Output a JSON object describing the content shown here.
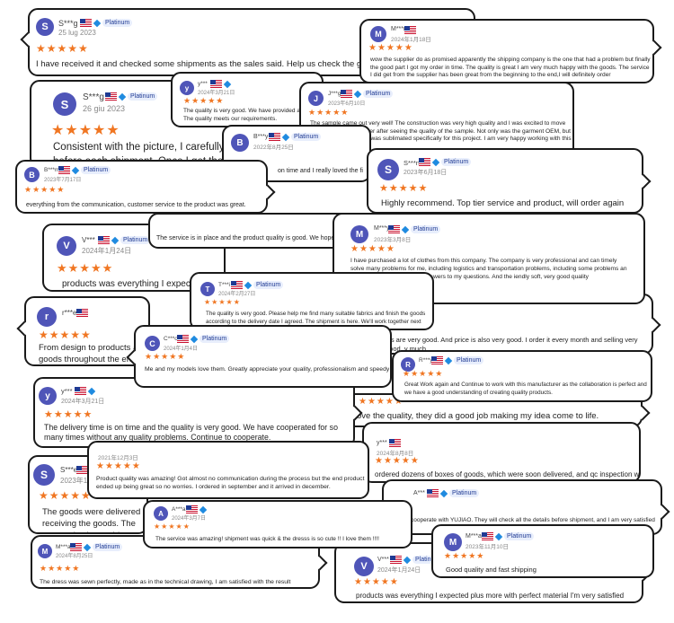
{
  "badge_label": "Platinum",
  "stars": "★★★★★",
  "colors": {
    "avatar": "#4f55b8",
    "star": "#f07622",
    "border": "#1a1a1a",
    "badge": "#1f3a93"
  },
  "reviews": [
    {
      "initial": "S",
      "name": "S***g",
      "date": "25 lug 2023",
      "text": "I have received it and checked some shipments as the sales said. Help us check the good se"
    },
    {
      "initial": "S",
      "name": "S***g",
      "date": "26 giu 2023",
      "text": "Consistent with the picture, I carefully ch before each shipment. Once I get them b"
    },
    {
      "initial": "V",
      "name": "V***",
      "date": "2024年1月24日",
      "text": "products was everything I expected"
    },
    {
      "initial": "r",
      "name": "r***e",
      "date": "",
      "text": "From design to products and goods throughout the ent"
    },
    {
      "initial": "y",
      "name": "y***",
      "date": "2024年3月21日",
      "text": "The delivery time is on time and the quality is very good. We have cooperated for so many times without any quality problems. Continue to cooperate."
    },
    {
      "initial": "S",
      "name": "S***e",
      "date": "2023年11月",
      "text": "The goods were delivered in receiving the goods. The wor production problems"
    },
    {
      "initial": "M",
      "name": "M***a",
      "date": "2024年8月25日",
      "text": "The dress was sewn perfectly, made as in the technical drawing, I am satisfied with the result"
    },
    {
      "initial": "M",
      "name": "M***n",
      "date": "2024年1月18日",
      "text": "wow the supplier do as promised apparently the shipping company is the one that had a problem but finally the good part I got my order in time. The quality is great I am very much happy with the goods. The service I did get from the supplier has been great from the beginning to the end,I will definitely order"
    },
    {
      "initial": "J",
      "name": "J***g",
      "date": "2023年6月10日",
      "text": "The sample came out very well! The construction was very high quality and I was excited to move forward with a bulk order after seeing the quality of the sample. Not only was the garment OEM, but even the textile design was sublimated specifically for this project. I am very happy working with this company so far!"
    },
    {
      "initial": "y",
      "name": "y***",
      "date": "2024年3月21日",
      "text": "The quality is very good. We have provided a lot The quality meets our requirements."
    },
    {
      "initial": "B",
      "name": "B***y",
      "date": "2022年8月25日",
      "text": "on time and I really loved the fi"
    },
    {
      "initial": "B",
      "name": "B***m",
      "date": "2023年7月17日",
      "text": "everything from the communication, customer service to the product was great."
    },
    {
      "initial": "S",
      "name": "S***n",
      "date": "2023年6月18日",
      "text": "Highly recommend. Top tier service and product, will order again"
    },
    {
      "initial": "",
      "name": "",
      "date": "",
      "text": "The service is in place and the product quality is good. We hope to cooperate"
    },
    {
      "initial": "M",
      "name": "M***y",
      "date": "2023年3月8日",
      "text": "I have purchased a lot of clothes from this company. The company is very professional and can timely solve many problems for me, including logistics and transportation problems, including some problems an very grateful for their timely answers to my questions. And the iendly soft, very good quality"
    },
    {
      "initial": "T",
      "name": "T***i",
      "date": "2024年2月27日",
      "text": "The quality is very good. Please help me find many suitable fabrics and finish the goods according to the delivery date I agreed. The shipment is here. We'll work together next time"
    },
    {
      "initial": "C",
      "name": "C***o",
      "date": "2024年1月4日",
      "text": "Me and my models love them. Greatly appreciate your quality, professionalism and speedy delivery."
    },
    {
      "initial": "",
      "name": "",
      "date": "",
      "text": "cts are very good. And price is also very good. I order it every month and selling very good. y much"
    },
    {
      "initial": "R",
      "name": "R***y",
      "date": "",
      "text": "Great Work again and Continue to work with this manufacturer as the collaboration is perfect and we have a good understanding of creating quality products."
    },
    {
      "initial": "",
      "name": "",
      "date": "",
      "text": "ove the quality, they did a good job making my idea come to life."
    },
    {
      "initial": "",
      "name": "",
      "date": "2021年12月3日",
      "text": "Product quality was amazing! Got almost no communication during the process but the end product ended up being great so no worries. I ordered in september and it arrived in december."
    },
    {
      "initial": "",
      "name": "y***",
      "date": "2024年8月8日",
      "text": "ordered dozens of boxes of goods, which were soon delivered, and qc inspection was also done"
    },
    {
      "initial": "",
      "name": "A***",
      "date": "",
      "text": "cooperate with YUJIAO. They will check all the details before shipment, and I am very satisfied"
    },
    {
      "initial": "A",
      "name": "A***a",
      "date": "2024年3月7日",
      "text": "The service was amazing! shipment was quick & the dresss is so cute !! I love them !!!!"
    },
    {
      "initial": "M",
      "name": "M***a",
      "date": "2023年11月10日",
      "text": "Good quality and fast shipping"
    },
    {
      "initial": "V",
      "name": "V***",
      "date": "2024年1月24日",
      "text": "products was everything I expected plus more with perfect material I'm very satisfied"
    }
  ]
}
